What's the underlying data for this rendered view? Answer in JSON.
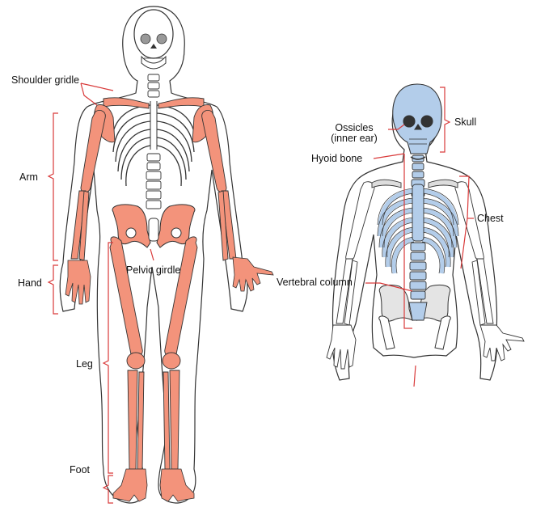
{
  "appendicular": {
    "labels": {
      "shoulder": "Shoulder gridle",
      "arm": "Arm",
      "hand": "Hand",
      "pelvic": "Pelvic girdle",
      "leg": "Leg",
      "foot": "Foot"
    }
  },
  "axial": {
    "labels": {
      "ossicles_line1": "Ossicles",
      "ossicles_line2": "(inner ear)",
      "skull": "Skull",
      "hyoid": "Hyoid bone",
      "chest": "Chest",
      "vertebral": "Vertebral column"
    }
  },
  "colors": {
    "appendicular": "#f3937b",
    "axial": "#b3cdea",
    "outline": "#333333",
    "bracket": "#d93a3a",
    "body": "#ffffff"
  }
}
